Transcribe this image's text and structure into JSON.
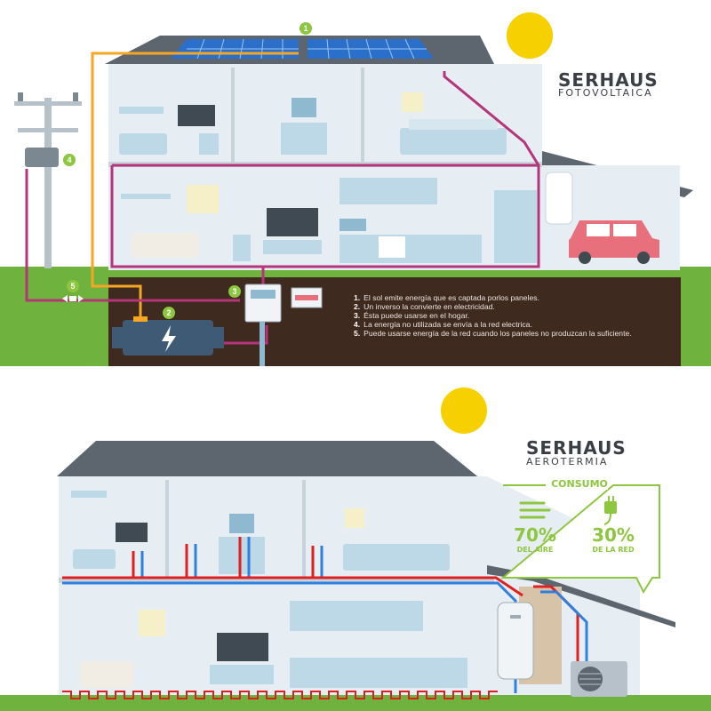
{
  "top": {
    "brand": "SERHAUS",
    "subtitle": "FOTOVOLTAICA",
    "markers": [
      "1",
      "2",
      "3",
      "4",
      "5"
    ],
    "steps": [
      {
        "num": "1.",
        "text": "El sol emite energía que es captada porlos paneles."
      },
      {
        "num": "2.",
        "text": "Un inverso la convierte en electricidad."
      },
      {
        "num": "3.",
        "text": "Ésta puede usarse en el hogar."
      },
      {
        "num": "4.",
        "text": "La energía no utilizada se envía a la red electrica."
      },
      {
        "num": "5.",
        "text": "Puede usarse energía de la red cuando los paneles no produzcan la suficiente."
      }
    ]
  },
  "bottom": {
    "brand": "SERHAUS",
    "subtitle": "AEROTERMIA",
    "consumo_title": "CONSUMO",
    "air_pct": "70%",
    "air_label": "DEL AIRE",
    "grid_pct": "30%",
    "grid_label": "DE LA RED"
  },
  "colors": {
    "accent_green": "#8dc63f",
    "sun": "#f7d000",
    "circuit_magenta": "#b5347a",
    "solar_line": "#f5a623",
    "hot_pipe": "#e02020",
    "cold_pipe": "#2f7fe0",
    "soil": "#3f2a20",
    "wall": "#e6eef4"
  },
  "icons": [
    "sun-icon",
    "solar-panel-icon",
    "utility-pole-icon",
    "transformer-icon",
    "battery-icon",
    "lightning-icon",
    "inverter-icon",
    "fuse-box-icon",
    "car-icon",
    "water-heater-icon",
    "wind-icon",
    "plug-icon",
    "heat-pump-icon"
  ]
}
